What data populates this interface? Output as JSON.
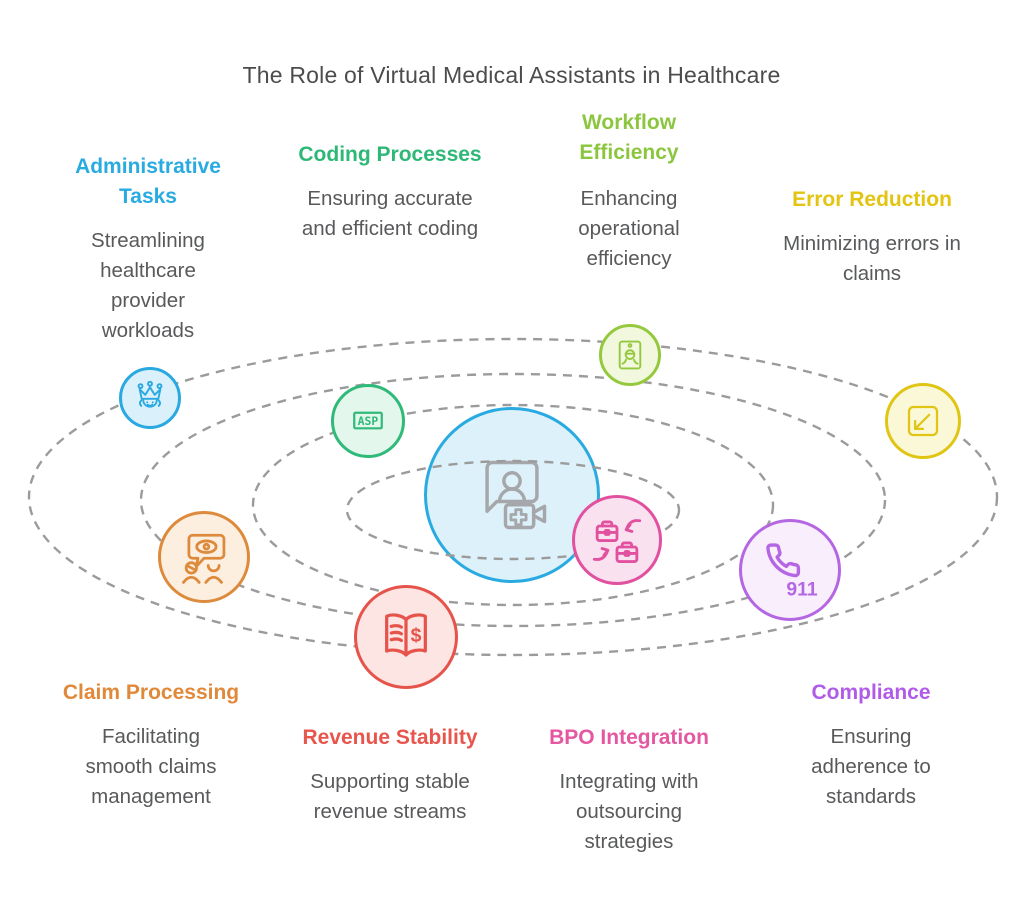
{
  "title": "The Role of Virtual Medical Assistants in Healthcare",
  "background_color": "#ffffff",
  "orbit_line_color": "#9b9b9b",
  "orbit_count": 4,
  "center": {
    "icon": "telehealth-consultation-icon",
    "fill_color": "#ddf1fa",
    "border_color": "#29abe2",
    "icon_color": "#a5a7aa"
  },
  "sections": [
    {
      "label": "Administrative Tasks",
      "description": "Streamlining healthcare provider workloads",
      "color": "#29abe2",
      "icon": "crown-face-icon"
    },
    {
      "label": "Coding Processes",
      "description": "Ensuring accurate and efficient coding",
      "color": "#2eb877",
      "icon": "asp-badge-icon",
      "icon_text": "ASP"
    },
    {
      "label": "Workflow Efficiency",
      "description": "Enhancing operational efficiency",
      "color": "#8cc63f",
      "icon": "id-badge-icon"
    },
    {
      "label": "Error Reduction",
      "description": "Minimizing errors in claims",
      "color": "#e2c411",
      "icon": "resize-arrow-icon"
    },
    {
      "label": "Claim Processing",
      "description": "Facilitating smooth claims management",
      "color": "#e0893b",
      "icon": "vision-people-icon"
    },
    {
      "label": "Revenue Stability",
      "description": "Supporting stable revenue streams",
      "color": "#e8554d",
      "icon": "revenue-book-icon",
      "icon_text": "$"
    },
    {
      "label": "BPO Integration",
      "description": "Integrating with outsourcing strategies",
      "color": "#e557a0",
      "icon": "briefcase-sync-icon"
    },
    {
      "label": "Compliance",
      "description": "Ensuring adherence to standards",
      "color": "#b05ce8",
      "icon": "emergency-call-icon",
      "icon_text": "911"
    }
  ]
}
